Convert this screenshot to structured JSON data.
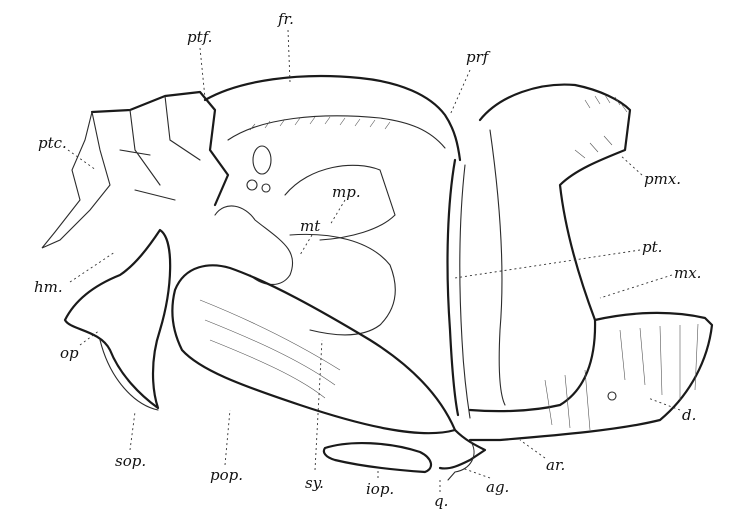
{
  "labels": {
    "fr": "fr.",
    "ptf": "ptf.",
    "prf": "prf",
    "ptc": "ptc.",
    "pmx": "pmx.",
    "mp": "mp.",
    "mt": "mt",
    "pt": "pt.",
    "mx": "mx.",
    "hm": "hm.",
    "op": "op",
    "d": "d.",
    "sop": "sop.",
    "pop": "pop.",
    "sy": "sy.",
    "iop": "iop.",
    "q": "q.",
    "ag": "ag.",
    "ar": "ar."
  }
}
